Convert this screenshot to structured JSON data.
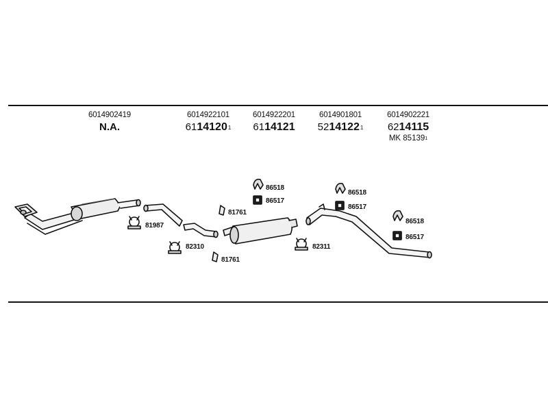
{
  "columns": [
    {
      "oe": "6014902419",
      "num_prefix": "",
      "num_bold": "",
      "footnote": "",
      "na": "N.A.",
      "extra": "",
      "extra_footnote": ""
    },
    {
      "oe": "6014922101",
      "num_prefix": "61",
      "num_bold": "14120",
      "footnote": "1",
      "na": "",
      "extra": "",
      "extra_footnote": ""
    },
    {
      "oe": "6014922201",
      "num_prefix": "61",
      "num_bold": "14121",
      "footnote": "",
      "na": "",
      "extra": "",
      "extra_footnote": ""
    },
    {
      "oe": "6014901801",
      "num_prefix": "52",
      "num_bold": "14122",
      "footnote": "1",
      "na": "",
      "extra": "",
      "extra_footnote": ""
    },
    {
      "oe": "6014902221",
      "num_prefix": "62",
      "num_bold": "14115",
      "footnote": "",
      "na": "",
      "extra": "MK 85139",
      "extra_footnote": "1"
    }
  ],
  "part_labels": [
    {
      "id": "clamp1",
      "text": "81987"
    },
    {
      "id": "clamp2",
      "text": "82310"
    },
    {
      "id": "bracket-a",
      "text": "81761"
    },
    {
      "id": "bracket-b",
      "text": "81761"
    },
    {
      "id": "hanger1-top",
      "text": "86518"
    },
    {
      "id": "hanger1-bot",
      "text": "86517"
    },
    {
      "id": "clamp3",
      "text": "82311"
    },
    {
      "id": "hanger2-top",
      "text": "86518"
    },
    {
      "id": "hanger2-bot",
      "text": "86517"
    },
    {
      "id": "hanger3-top",
      "text": "86518"
    },
    {
      "id": "hanger3-bot",
      "text": "86517"
    }
  ]
}
